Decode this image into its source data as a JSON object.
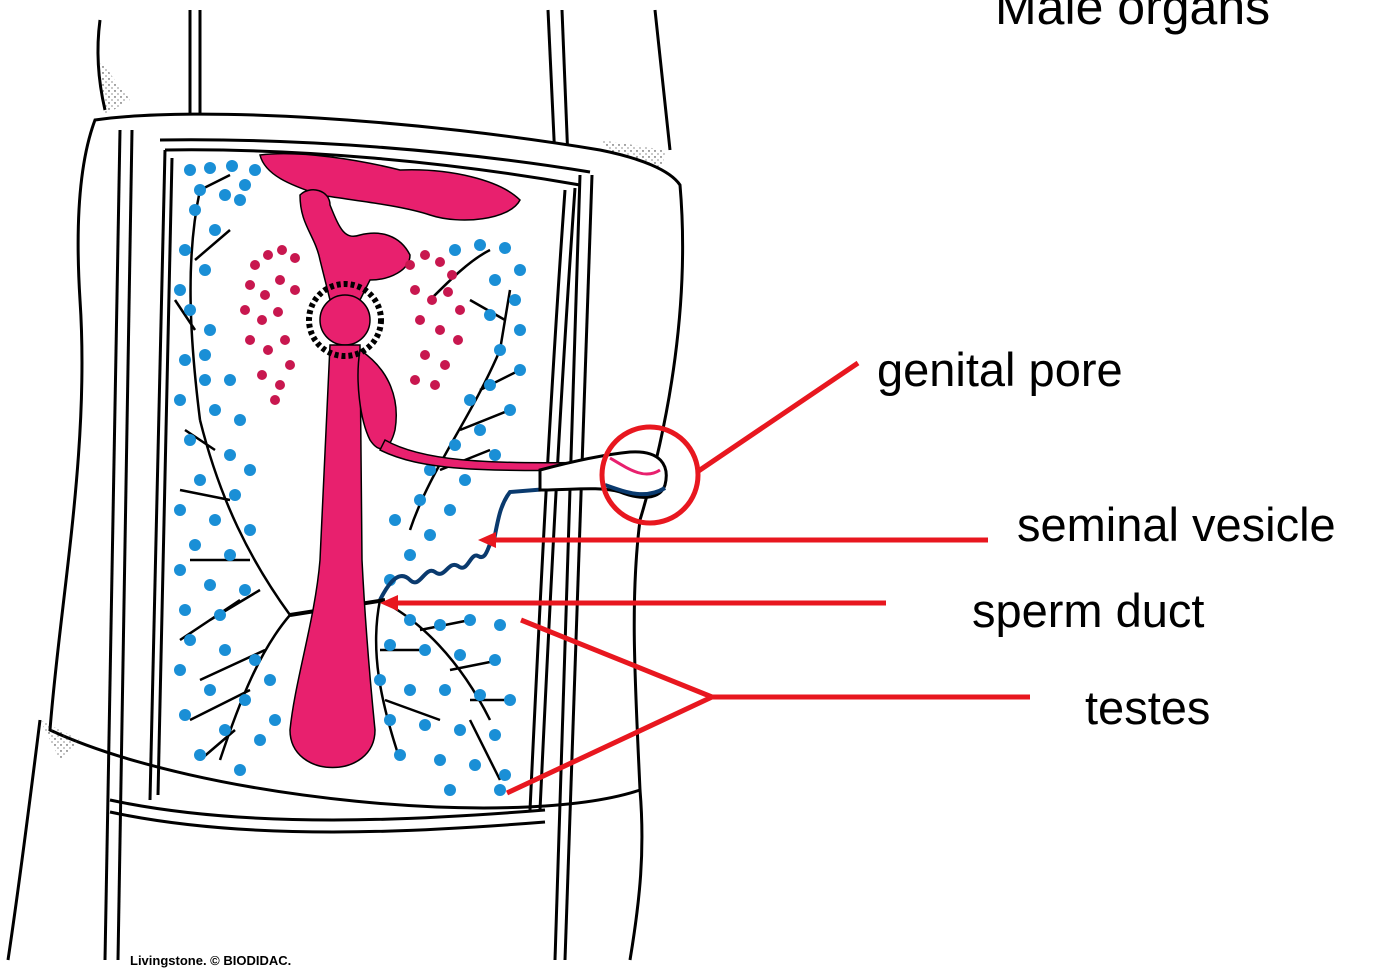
{
  "title": "Male organs",
  "labels": {
    "genital_pore": "genital pore",
    "seminal_vesicle": "seminal vesicle",
    "sperm_duct": "sperm duct",
    "testes": "testes"
  },
  "credit": "Livingstone. © BIODIDAC.",
  "colors": {
    "annotation": "#e8171f",
    "organs": "#e8206e",
    "testes_dots": "#1a8fd6",
    "outline": "#000000"
  }
}
